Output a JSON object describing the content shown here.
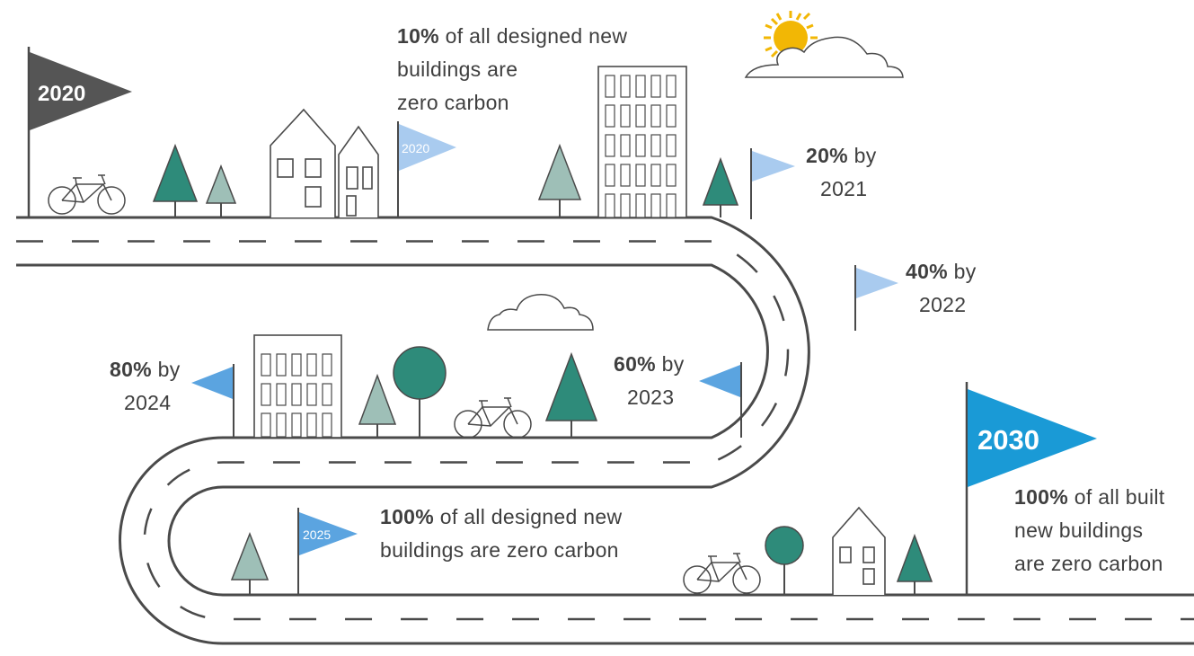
{
  "milestones": {
    "start": {
      "year": "2020"
    },
    "m2020": {
      "flag": "2020",
      "pct": "10%",
      "rest": "of all designed new",
      "line2": "buildings are",
      "line3": "zero carbon"
    },
    "m2021": {
      "pct": "20%",
      "by": "by",
      "year": "2021"
    },
    "m2022": {
      "pct": "40%",
      "by": "by",
      "year": "2022"
    },
    "m2023": {
      "pct": "60%",
      "by": "by",
      "year": "2023"
    },
    "m2024": {
      "pct": "80%",
      "by": "by",
      "year": "2024"
    },
    "m2025": {
      "flag": "2025",
      "pct": "100%",
      "rest": "of all designed new",
      "line2": "buildings are zero carbon"
    },
    "m2030": {
      "flag": "2030",
      "pct": "100%",
      "rest": "of all built",
      "line2": "new buildings",
      "line3": "are zero carbon"
    }
  },
  "colors": {
    "road": "#4a4a4a",
    "dark_flag": "#555555",
    "light_blue_flag": "#a9cbef",
    "mid_blue_flag": "#5ba4e0",
    "bright_blue_flag": "#1a9ad6",
    "teal_tree": "#2e8b7a",
    "sage_tree": "#9ebfb7",
    "sun": "#f2b705"
  },
  "icons": [
    "flag-icon",
    "bicycle-icon",
    "tree-icon",
    "house-icon",
    "building-icon",
    "cloud-icon",
    "sun-icon"
  ]
}
